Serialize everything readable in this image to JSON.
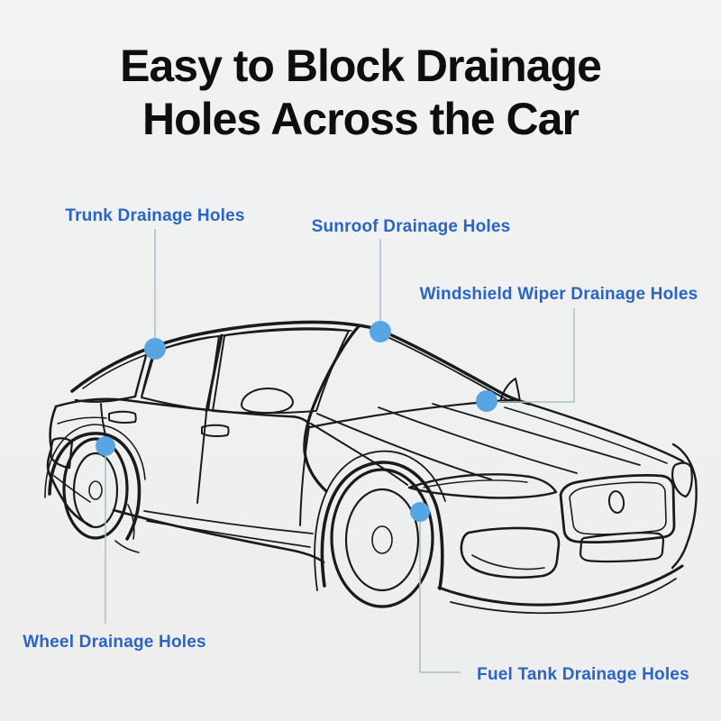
{
  "title": {
    "line1": "Easy to Block Drainage",
    "line2": "Holes Across the Car"
  },
  "labels": {
    "trunk": {
      "text": "Trunk Drainage Holes"
    },
    "sunroof": {
      "text": "Sunroof Drainage Holes"
    },
    "windshield": {
      "text": "Windshield Wiper Drainage Holes"
    },
    "wheel": {
      "text": "Wheel Drainage Holes"
    },
    "fuel": {
      "text": "Fuel Tank Drainage Holes"
    }
  },
  "icons": {
    "car": "sedan-line-drawing-icon",
    "marker": "drainage-point-dot"
  },
  "colors": {
    "background": "#eff0f0",
    "title_text": "#0e0e0f",
    "label_blue": "#2a64c5",
    "dot_blue": "#58a5e3",
    "callout_line": "#a9bfc4",
    "car_line": "#1a1a1a"
  }
}
